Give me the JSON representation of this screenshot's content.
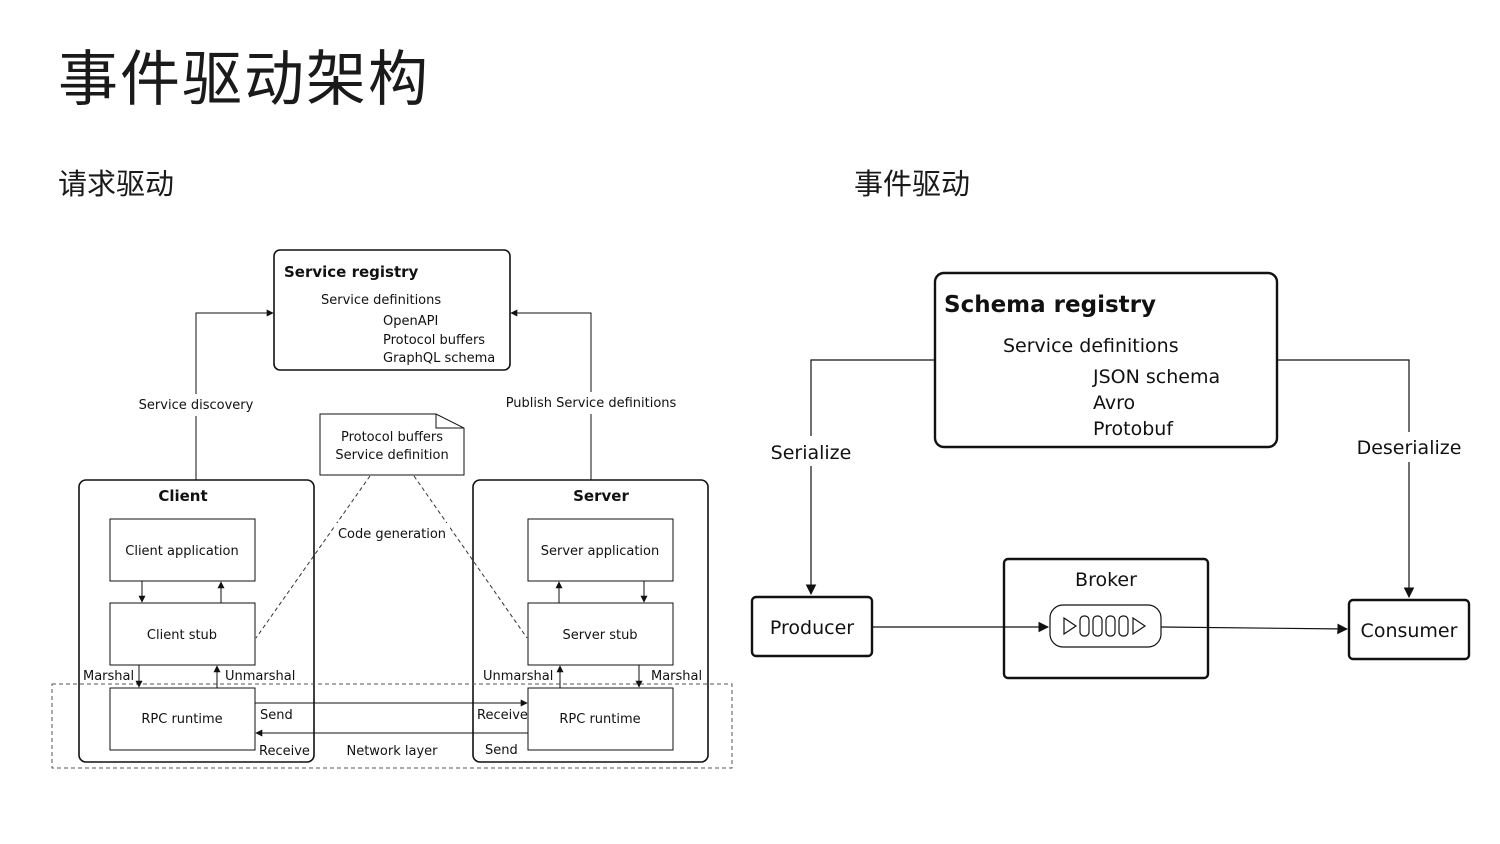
{
  "page": {
    "title": "事件驱动架构",
    "left_heading": "请求驱动",
    "right_heading": "事件驱动"
  },
  "request_driven": {
    "service_registry": {
      "title": "Service registry",
      "definitions_label": "Service definitions",
      "items": [
        "OpenAPI",
        "Protocol buffers",
        "GraphQL schema"
      ]
    },
    "service_discovery": "Service discovery",
    "publish_definitions": "Publish Service definitions",
    "proto_note": [
      "Protocol buffers",
      "Service definition"
    ],
    "code_generation": "Code generation",
    "client": {
      "title": "Client",
      "application": "Client application",
      "stub": "Client stub",
      "runtime": "RPC runtime",
      "marshal": "Marshal",
      "unmarshal": "Unmarshal",
      "send": "Send",
      "receive": "Receive"
    },
    "server": {
      "title": "Server",
      "application": "Server application",
      "stub": "Server stub",
      "runtime": "RPC runtime",
      "marshal": "Marshal",
      "unmarshal": "Unmarshal",
      "send": "Send",
      "receive": "Receive"
    },
    "network_layer": "Network layer"
  },
  "event_driven": {
    "schema_registry": {
      "title": "Schema registry",
      "definitions_label": "Service definitions",
      "items": [
        "JSON schema",
        "Avro",
        "Protobuf"
      ]
    },
    "serialize": "Serialize",
    "deserialize": "Deserialize",
    "producer": "Producer",
    "broker": "Broker",
    "consumer": "Consumer"
  }
}
